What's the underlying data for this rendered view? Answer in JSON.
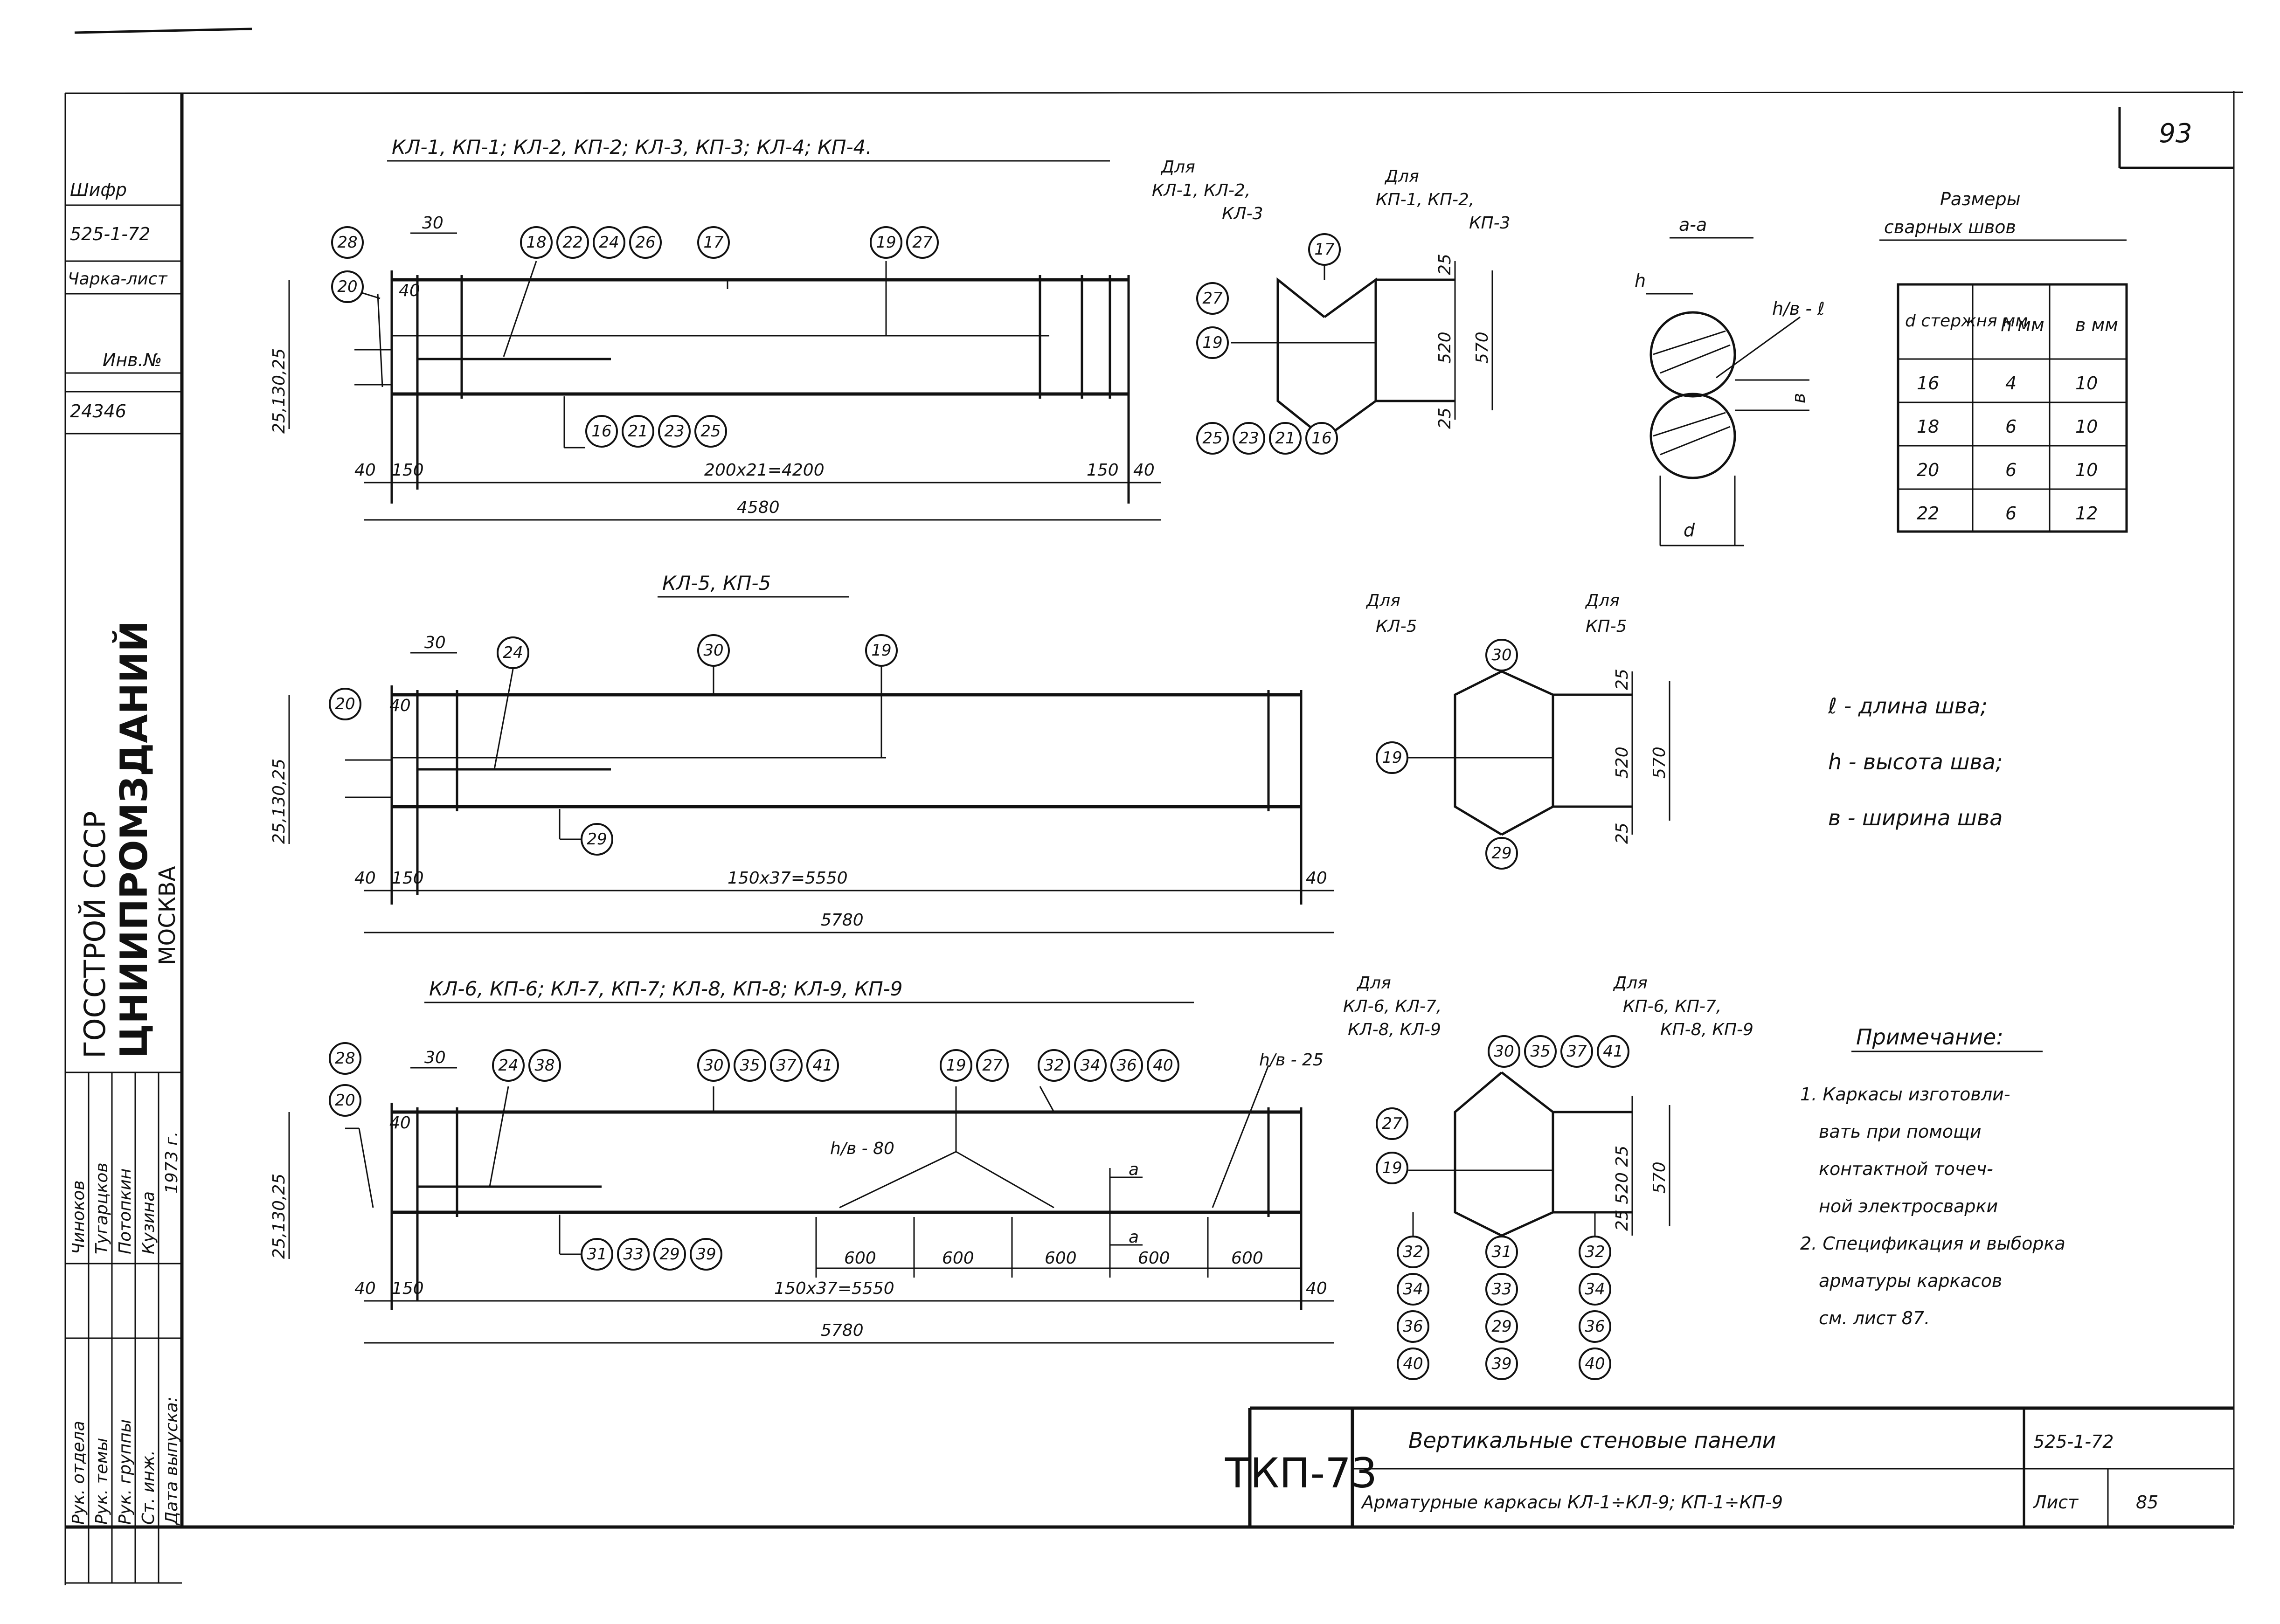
{
  "sheet_number": "93",
  "left_block": {
    "cipher_label": "Шифр",
    "cipher_value": "525-1-72",
    "sheet_label": "Чарка-лист",
    "inv_label": "Инв.№",
    "inv_value": "24346"
  },
  "org": {
    "line1": "ГОССТРОЙ СССР",
    "line2": "ЦНИИПРОМЗДАНИЙ",
    "line3": "МОСКВА"
  },
  "staff": {
    "roles": [
      "Рук. отдела",
      "Рук. темы",
      "Рук. группы",
      "Ст. инж.",
      "Дата выпуска:"
    ],
    "names": [
      "Чиноков",
      "Тугарцков",
      "Потопкин",
      "Кузина",
      "1973 г."
    ]
  },
  "top": {
    "title": "КЛ-1, КП-1; КЛ-2, КП-2; КЛ-3, КП-3; КЛ-4; КП-4.",
    "bubbles_left": [
      "28",
      "20"
    ],
    "bubbles_top": [
      "18",
      "22",
      "24",
      "26",
      "17"
    ],
    "bubbles_mid": [
      "19",
      "27"
    ],
    "bubbles_bottom": [
      "16",
      "21",
      "23",
      "25"
    ],
    "dim_30": "30",
    "dim_40": "40",
    "dim_left": "25,130,25",
    "dim_40a": "40",
    "dim_150a": "150",
    "dim_span": "200x21=4200",
    "dim_150b": "150",
    "dim_40b": "40",
    "dim_total": "4580"
  },
  "sec1": {
    "label_a": "Для",
    "label_a2": "КЛ-1, КЛ-2,",
    "label_a3": "КЛ-3",
    "label_b": "Для",
    "label_b2": "КП-1, КП-2,",
    "label_b3": "КП-3",
    "bub_top": "17",
    "bub_l1": "27",
    "bub_l2": "19",
    "bub_bottom": [
      "25",
      "23",
      "21",
      "16"
    ],
    "d25a": "25",
    "d520": "520",
    "d25b": "25",
    "d570": "570"
  },
  "aa": {
    "label": "а-а",
    "h": "h",
    "hb": "h/в - ℓ",
    "v": "в",
    "d": "d"
  },
  "weld_table": {
    "title1": "Размеры",
    "title2": "сварных швов",
    "headers": [
      "d стержня мм",
      "h мм",
      "в мм"
    ],
    "rows": [
      [
        "16",
        "4",
        "10"
      ],
      [
        "18",
        "6",
        "10"
      ],
      [
        "20",
        "6",
        "10"
      ],
      [
        "22",
        "6",
        "12"
      ]
    ]
  },
  "mid": {
    "title": "КЛ-5, КП-5",
    "bub_20": "20",
    "bub_24": "24",
    "bub_30": "30",
    "bub_19": "19",
    "bub_29": "29",
    "dim_30": "30",
    "dim_40": "40",
    "dim_left": "25,130,25",
    "dim_40a": "40",
    "dim_150a": "150",
    "dim_span": "150x37=5550",
    "dim_40b": "40",
    "dim_total": "5780"
  },
  "sec2": {
    "label_a": "Для",
    "label_a2": "КЛ-5",
    "label_b": "Для",
    "label_b2": "КП-5",
    "bub_top": "30",
    "bub_l": "19",
    "bub_bot": "29",
    "d25a": "25",
    "d520": "520",
    "d25b": "25",
    "d570": "570"
  },
  "legend": [
    "ℓ - длина шва;",
    "h - высота шва;",
    "в - ширина шва"
  ],
  "bot": {
    "title": "КЛ-6, КП-6; КЛ-7, КП-7; КЛ-8, КП-8; КЛ-9, КП-9",
    "bubbles_left": [
      "28",
      "20"
    ],
    "bubbles_a": [
      "24",
      "38"
    ],
    "bubbles_b": [
      "30",
      "35",
      "37",
      "41"
    ],
    "bubbles_c": [
      "19",
      "27"
    ],
    "bubbles_d": [
      "32",
      "34",
      "36",
      "40"
    ],
    "bubbles_bottom": [
      "31",
      "33",
      "29",
      "39"
    ],
    "weld_a": "h/в - 80",
    "weld_b": "h/в - 25",
    "cut_a": "а",
    "spaces": [
      "600",
      "600",
      "600",
      "600",
      "600"
    ],
    "dim_30": "30",
    "dim_40": "40",
    "dim_left": "25,130,25",
    "dim_40a": "40",
    "dim_150a": "150",
    "dim_span": "150x37=5550",
    "dim_40b": "40",
    "dim_total": "5780"
  },
  "sec3": {
    "label_a": "Для",
    "label_a2": "КЛ-6, КЛ-7,",
    "label_a3": "КЛ-8, КЛ-9",
    "label_b": "Для",
    "label_b2": "КП-6, КП-7,",
    "label_b3": "КП-8, КП-9",
    "bub_top": [
      "30",
      "35",
      "37",
      "41"
    ],
    "bub_l": [
      "27",
      "19"
    ],
    "col1": [
      "32",
      "34",
      "36",
      "40"
    ],
    "col2": [
      "31",
      "33",
      "29",
      "39"
    ],
    "col3": [
      "32",
      "34",
      "36",
      "40"
    ],
    "d_row": "25 520 25",
    "d570": "570"
  },
  "notes": {
    "title": "Примечание:",
    "lines": [
      "1. Каркасы изготовли-",
      "вать при помощи",
      "контактной точеч-",
      "ной электросварки",
      "2. Спецификация и выборка",
      "арматуры каркасов",
      "см. лист 87."
    ]
  },
  "stamp": {
    "code": "ТКП-73",
    "line1": "Вертикальные стеновые панели",
    "line2": "Арматурные каркасы КЛ-1÷КЛ-9; КП-1÷КП-9",
    "series": "525-1-72",
    "sheet_label": "Лист",
    "sheet_value": "85"
  }
}
